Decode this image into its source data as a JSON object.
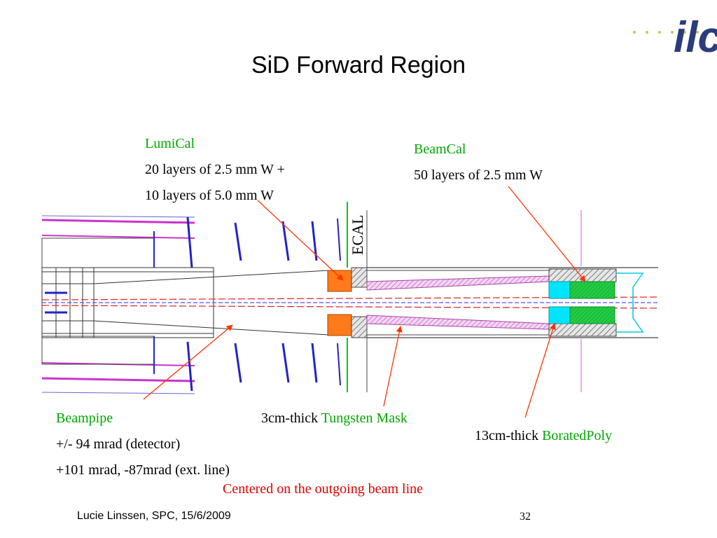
{
  "slide": {
    "title": "SiD Forward Region",
    "footer_author": "Lucie Linssen, SPC, 15/6/2009",
    "page_number": "32",
    "logo_text": "ilc",
    "colors": {
      "green": "#00a800",
      "red": "#e00000",
      "arrow": "#ff3300",
      "tungsten_mask": "#cc66cc",
      "lumical": "#ff7a1a",
      "beamcal": "#22cc44",
      "boratedpoly": "#00e5ff"
    }
  },
  "labels": {
    "lumical": {
      "name": "LumiCal",
      "line1": "20 layers of 2.5 mm W +",
      "line2": "10 layers of 5.0 mm W"
    },
    "beamcal": {
      "name": "BeamCal",
      "line1": "50 layers of 2.5 mm W"
    },
    "ecal": "ECAL",
    "beampipe": {
      "name": "Beampipe",
      "line1": "+/- 94 mrad (detector)",
      "line2": "+101 mrad, -87mrad (ext. line)"
    },
    "tungsten_mask": {
      "prefix": "3cm-thick ",
      "name": "Tungsten Mask"
    },
    "boratedpoly": {
      "prefix": "13cm-thick ",
      "name": "BoratedPoly"
    },
    "note": "Centered on the outgoing beam line"
  }
}
